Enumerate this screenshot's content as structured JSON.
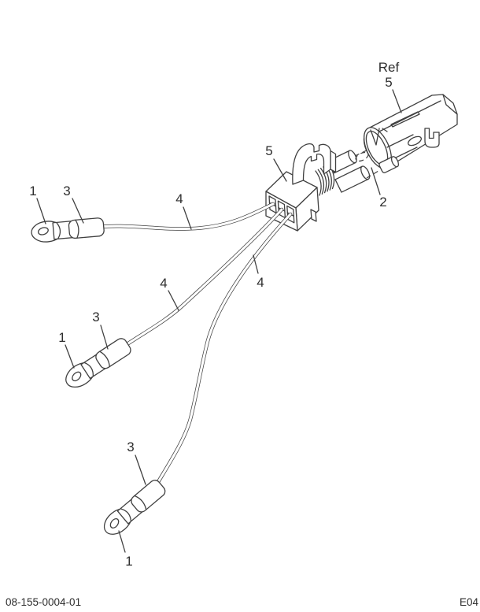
{
  "diagram": {
    "callouts": {
      "terminal_top": "1",
      "sleeve_top": "3",
      "wire_top": "4",
      "terminal_middle": "1",
      "sleeve_middle": "3",
      "wire_middle": "4",
      "wire_center": "4",
      "terminal_bottom": "1",
      "sleeve_bottom": "3",
      "connector_housing": "5",
      "seal_terminal": "2",
      "ref_caption": "Ref",
      "ref_connector": "5"
    },
    "footer": {
      "part_number": "08-155-0004-01",
      "page_code": "E04"
    },
    "colors": {
      "line": "#404040",
      "background": "#ffffff"
    }
  }
}
